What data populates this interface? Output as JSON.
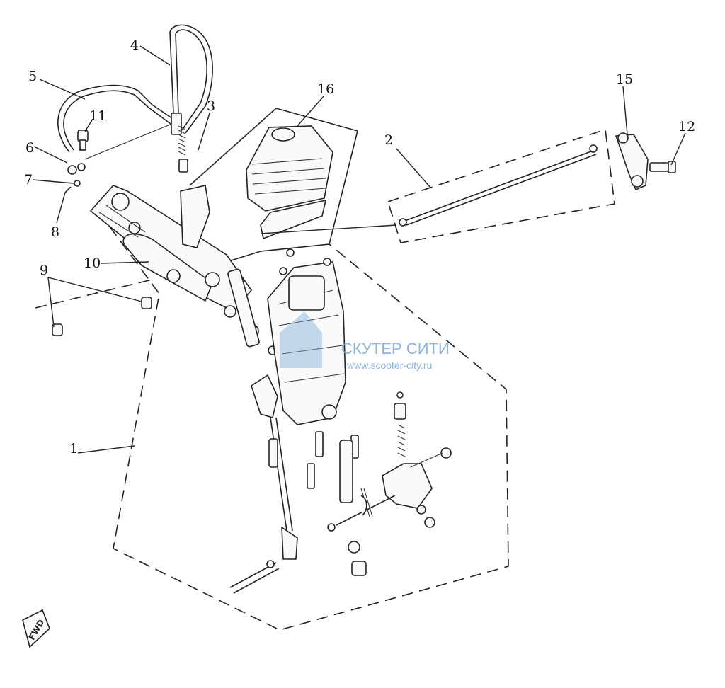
{
  "callouts": {
    "c1": "1",
    "c2": "2",
    "c3": "3",
    "c4": "4",
    "c5": "5",
    "c6": "6",
    "c7": "7",
    "c8": "8",
    "c9": "9",
    "c10": "10",
    "c11": "11",
    "c12": "12",
    "c15": "15",
    "c16": "16"
  },
  "watermark": {
    "title": "СКУТЕР СИТИ",
    "url": "www.scooter-city.ru",
    "color": "#7aa7d8"
  },
  "direction_marker": "FWD"
}
